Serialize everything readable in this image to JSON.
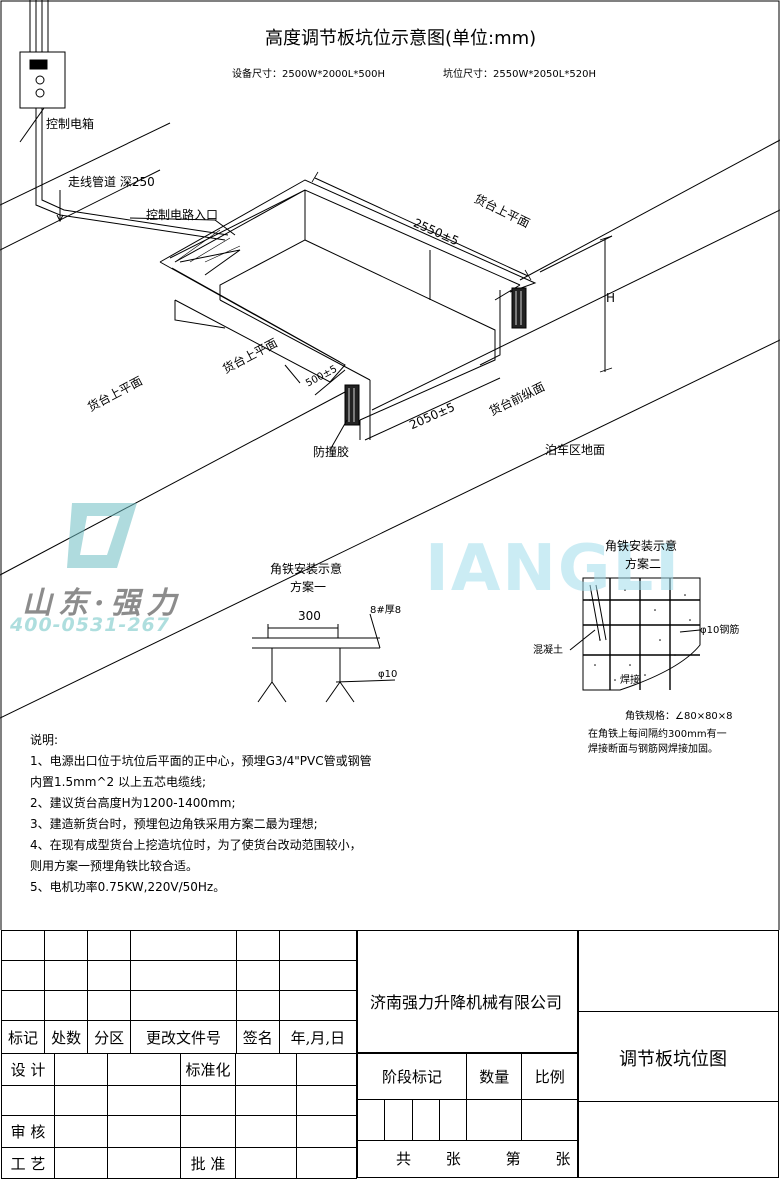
{
  "title": "高度调节板坑位示意图(单位:mm)",
  "equipment_size": "设备尺寸：2500W*2000L*500H",
  "pit_size": "坑位尺寸：2550W*2050L*520H",
  "labels": {
    "control_box": "控制电箱",
    "conduit": "走线管道 深250",
    "cable_entry": "控制电路入口",
    "dim_2550": "2550±5",
    "dim_2050": "2050±5",
    "dim_500": "500±5",
    "dock_top_upper": "货台上平面",
    "dock_top_middle": "货台上平面",
    "dock_top_left": "货台上平面",
    "dock_front": "货台前纵面",
    "parking": "泊车区地面",
    "bumper": "防撞胶",
    "h": "H"
  },
  "plan_one": {
    "title_line1": "角铁安装示意",
    "title_line2": "方案一",
    "dim": "300",
    "angle_note": "8#厚8",
    "rod": "φ10"
  },
  "plan_two": {
    "title_line1": "角铁安装示意",
    "title_line2": "方案二",
    "concrete": "混凝土",
    "rebar": "φ10钢筋",
    "weld": "焊接",
    "spec": "角铁规格：∠80×80×8",
    "note_line1": "在角铁上每间隔约300mm有一",
    "note_line2": "焊接断面与钢筋网焊接加固。"
  },
  "watermark": {
    "brand_cn": "山东·强力",
    "phone": "400-0531-267",
    "brand_en": "IANGLI"
  },
  "notes": {
    "heading": "说明:",
    "items": [
      "1、电源出口位于坑位后平面的正中心，预埋G3/4\"PVC管或钢管",
      "    内置1.5mm^2 以上五芯电缆线;",
      "2、建议货台高度H为1200-1400mm;",
      "3、建造新货台时，预埋包边角铁采用方案二最为理想;",
      "4、在现有成型货台上挖造坑位时，为了使货台改动范围较小，",
      "    则用方案一预埋角铁比较合适。",
      "5、电机功率0.75KW,220V/50Hz。"
    ]
  },
  "title_block": {
    "header_labels": [
      "标记",
      "处数",
      "分区",
      "更改文件号",
      "签名",
      "年,月,日"
    ],
    "design": "设  计",
    "standard": "标准化",
    "review": "审 核",
    "process": "工 艺",
    "approve": "批 准",
    "company": "济南强力升降机械有限公司",
    "drawing_name": "调节板坑位图",
    "stage": "阶段标记",
    "quantity": "数量",
    "scale": "比例",
    "total": "共",
    "sheets1": "张",
    "page": "第",
    "sheets2": "张"
  }
}
